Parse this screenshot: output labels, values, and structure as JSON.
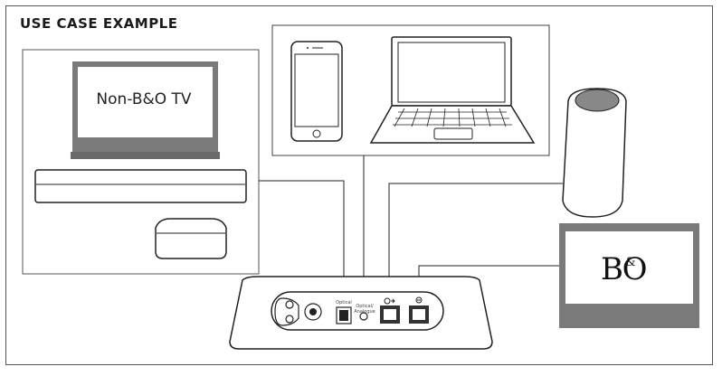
{
  "title": "USE CASE EXAMPLE",
  "tv": {
    "label": "Non-B&O TV"
  },
  "ports": {
    "optical": "Optical",
    "optical_analogue": "Optical/\nAnalogue"
  },
  "bo_logo": {
    "letters": "BO",
    "ampersand": "&"
  },
  "icons": [
    "tv-icon",
    "soundbar-icon",
    "streaming-box-icon",
    "phone-icon",
    "laptop-icon",
    "speaker-icon",
    "bo-tv-icon",
    "hub-icon",
    "power-socket-icon",
    "gear-icon",
    "optical-port-icon",
    "analogue-port-icon",
    "ethernet-out-icon",
    "ethernet-in-icon"
  ]
}
